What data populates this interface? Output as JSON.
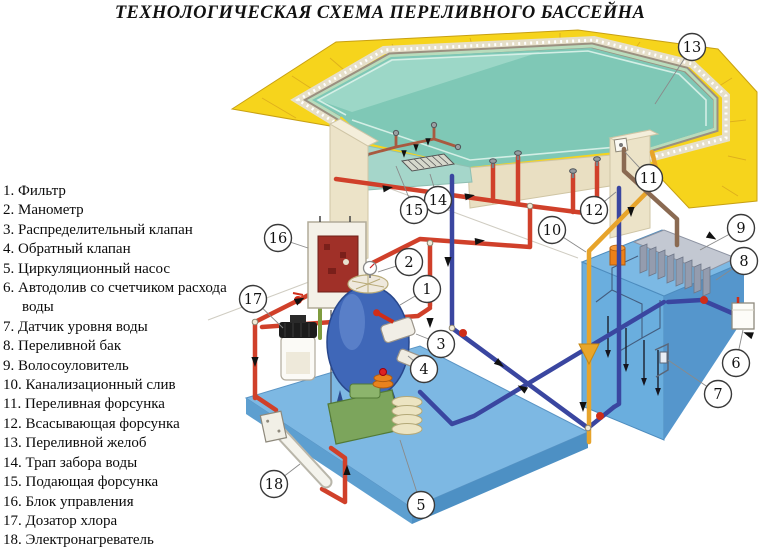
{
  "title": "ТЕХНОЛОГИЧЕСКАЯ СХЕМА ПЕРЕЛИВНОГО БАССЕЙНА",
  "legend": {
    "items": [
      "1. Фильтр",
      "2. Манометр",
      "3. Распределительный клапан",
      "4. Обратный клапан",
      "5. Циркуляционный насос",
      "6. Автодолив со счетчиком расхода воды",
      "7. Датчик уровня воды",
      "8. Переливной бак",
      "9. Волосоуловитель",
      "10. Канализационный слив",
      "11. Переливная форсунка",
      "12. Всасывающая форсунка",
      "13. Переливной желоб",
      "14. Трап забора воды",
      "15. Подающая форсунка",
      "16. Блок управления",
      "17. Дозатор хлора",
      "18. Электронагреватель"
    ]
  },
  "diagram": {
    "callouts": {
      "c1": "1",
      "c2": "2",
      "c3": "3",
      "c4": "4",
      "c5": "5",
      "c6": "6",
      "c7": "7",
      "c8": "8",
      "c9": "9",
      "c10": "10",
      "c11": "11",
      "c12": "12",
      "c13": "13",
      "c14": "14",
      "c15": "15",
      "c16": "16",
      "c17": "17",
      "c18": "18"
    },
    "colors": {
      "pipe_supply_red": "#d0402a",
      "pipe_suction_blue": "#3a46a0",
      "pipe_drain_orange": "#e7a42b",
      "pipe_overflow_brown": "#8a6a52",
      "pipe_chlorine_green": "#7f9c3f",
      "deck_yellow": "#f6d41c",
      "water_teal": "#7fc8b6",
      "tank_blue": "#6aaede",
      "platform_blue": "#7db8e3",
      "wall_beige": "#ece3c8",
      "filter_blue": "#3f67b8",
      "pump_green": "#7ca55c",
      "heater_white": "#f4f3ec",
      "control_panel_red": "#a03028",
      "float_orange": "#ee8118"
    }
  }
}
